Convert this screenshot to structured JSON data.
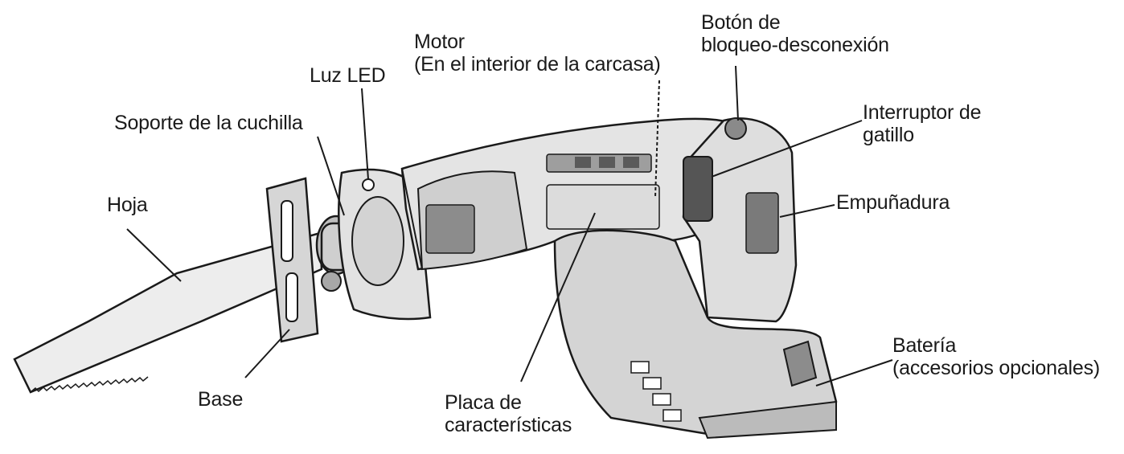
{
  "colors": {
    "ink": "#1a1a1a",
    "body_light": "#e4e4e4",
    "body_mid": "#c9c9c9",
    "body_dark": "#9a9a9a",
    "grip_dark": "#6e6e6e"
  },
  "labels": {
    "hoja": "Hoja",
    "soporte_cuchilla": "Soporte de la cuchilla",
    "luz_led": "Luz LED",
    "motor_line1": "Motor",
    "motor_line2": "(En el interior de la carcasa)",
    "boton_line1": "Botón de",
    "boton_line2": "bloqueo-desconexión",
    "interruptor_line1": "Interruptor de",
    "interruptor_line2": "gatillo",
    "empunadura": "Empuñadura",
    "bateria_line1": "Batería",
    "bateria_line2": "(accesorios opcionales)",
    "base": "Base",
    "placa_line1": "Placa de",
    "placa_line2": "características"
  }
}
